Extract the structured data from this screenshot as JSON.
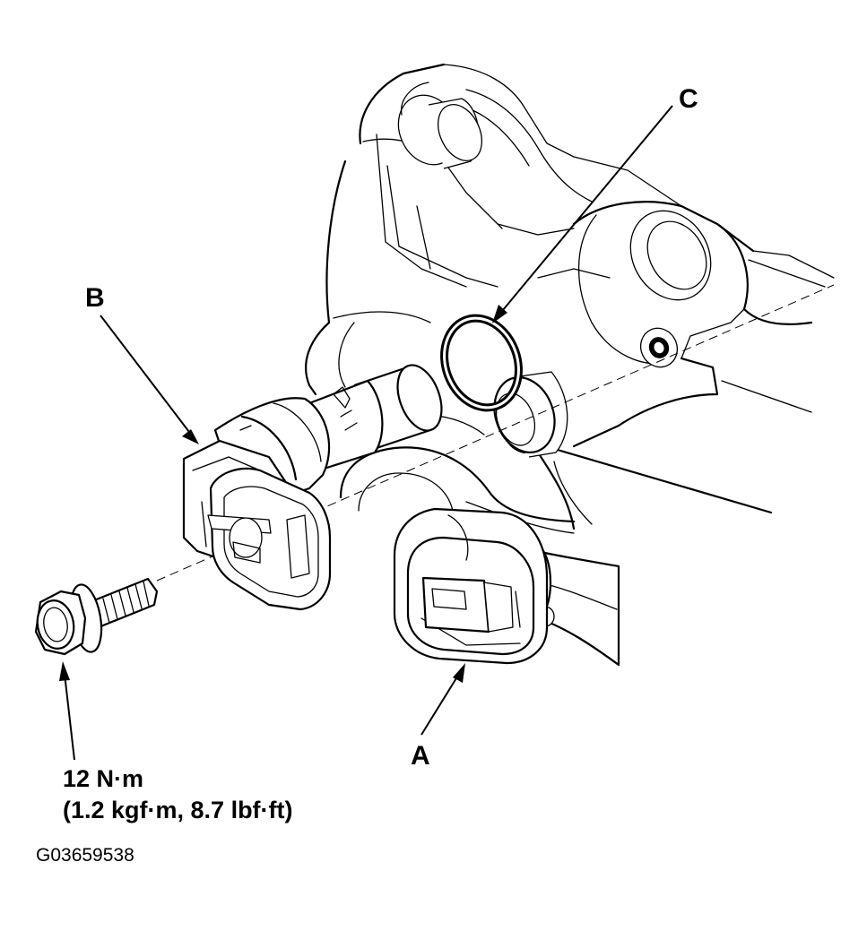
{
  "callouts": {
    "a": "A",
    "b": "B",
    "c": "C"
  },
  "torque": {
    "line1": "12 N·m",
    "line2": "(1.2 kgf·m, 8.7 lbf·ft)"
  },
  "figure_id": "G03659538"
}
